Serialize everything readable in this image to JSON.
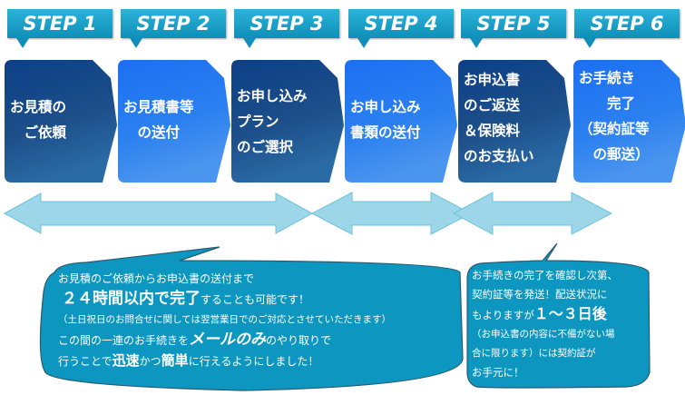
{
  "steps": [
    {
      "label": "STEP 1",
      "lines": [
        "お見積の",
        "　ご依頼"
      ],
      "variant": "dark"
    },
    {
      "label": "STEP 2",
      "lines": [
        "お見積書等",
        "　の送付"
      ],
      "variant": "light"
    },
    {
      "label": "STEP 3",
      "lines": [
        "お申し込み",
        "プラン",
        "のご選択"
      ],
      "variant": "dark"
    },
    {
      "label": "STEP 4",
      "lines": [
        "お申し込み",
        "書類の送付"
      ],
      "variant": "light"
    },
    {
      "label": "STEP 5",
      "lines": [
        "お申込書",
        "のご返送",
        "＆保険料",
        "のお支払い"
      ],
      "variant": "dark"
    },
    {
      "label": "STEP 6",
      "lines": [
        "お手続き",
        "　　完了",
        "（契約証等",
        "　の郵送）"
      ],
      "variant": "light"
    }
  ],
  "colors": {
    "tag": "#1a9fc9",
    "dark_step": "#1a4c8a",
    "light_step": "#2a82f0",
    "arrow": "#9dd6e8",
    "bubble": "#0d97c0"
  },
  "bubble_left": {
    "line1": "お見積のご依頼からお申込書の送付まで",
    "line2_bold": "２４時間以内で完了",
    "line2_rest": "することも可能です！",
    "line3": "（土日祝日のお問合せに関しては翌営業日でのご対応とさせていただきます）",
    "line4_pre": "この間の一連のお手続きを",
    "line4_bold": "メールのみ",
    "line4_post": "のやり取りで",
    "line5_pre": "行うことで",
    "line5_bold1": "迅速",
    "line5_mid": "かつ",
    "line5_bold2": "簡単",
    "line5_post": "に行えるようにしました！"
  },
  "bubble_right": {
    "line1": "お手続きの完了を確認し次第、",
    "line2": "契約証等を発送！配送状況に",
    "line3_pre": "もよりますが",
    "line3_bold": "１～３日後",
    "line4": "（お申込書の内容に不備がない場",
    "line5": "合に限ります）には契約証が",
    "line6": "お手元に！"
  }
}
